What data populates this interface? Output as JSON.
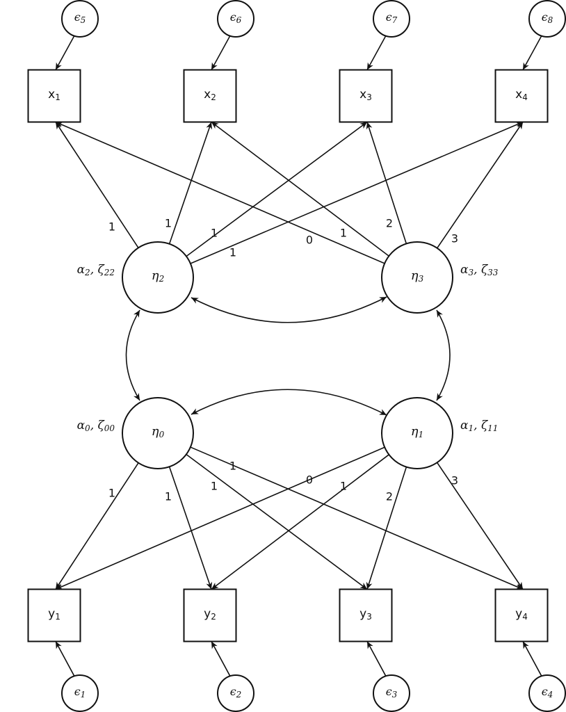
{
  "diagram": {
    "type": "structural-equation-path-diagram",
    "observed": [
      {
        "id": "x1",
        "base": "x",
        "sub": "1",
        "error": "e5"
      },
      {
        "id": "x2",
        "base": "x",
        "sub": "2",
        "error": "e6"
      },
      {
        "id": "x3",
        "base": "x",
        "sub": "3",
        "error": "e7"
      },
      {
        "id": "x4",
        "base": "x",
        "sub": "4",
        "error": "e8"
      },
      {
        "id": "y1",
        "base": "y",
        "sub": "1",
        "error": "e1"
      },
      {
        "id": "y2",
        "base": "y",
        "sub": "2",
        "error": "e2"
      },
      {
        "id": "y3",
        "base": "y",
        "sub": "3",
        "error": "e3"
      },
      {
        "id": "y4",
        "base": "y",
        "sub": "4",
        "error": "e4"
      }
    ],
    "errors": [
      {
        "id": "e1",
        "base": "ϵ",
        "sub": "1"
      },
      {
        "id": "e2",
        "base": "ϵ",
        "sub": "2"
      },
      {
        "id": "e3",
        "base": "ϵ",
        "sub": "3"
      },
      {
        "id": "e4",
        "base": "ϵ",
        "sub": "4"
      },
      {
        "id": "e5",
        "base": "ϵ",
        "sub": "5"
      },
      {
        "id": "e6",
        "base": "ϵ",
        "sub": "6"
      },
      {
        "id": "e7",
        "base": "ϵ",
        "sub": "7"
      },
      {
        "id": "e8",
        "base": "ϵ",
        "sub": "8"
      }
    ],
    "latent": [
      {
        "id": "eta0",
        "base": "η",
        "sub": "0",
        "params": {
          "a": "α",
          "a_sub": "0",
          "sep": ", ",
          "z": "ζ",
          "z_sub": "00"
        }
      },
      {
        "id": "eta1",
        "base": "η",
        "sub": "1",
        "params": {
          "a": "α",
          "a_sub": "1",
          "sep": ", ",
          "z": "ζ",
          "z_sub": "11"
        }
      },
      {
        "id": "eta2",
        "base": "η",
        "sub": "2",
        "params": {
          "a": "α",
          "a_sub": "2",
          "sep": ", ",
          "z": "ζ",
          "z_sub": "22"
        }
      },
      {
        "id": "eta3",
        "base": "η",
        "sub": "3",
        "params": {
          "a": "α",
          "a_sub": "3",
          "sep": ", ",
          "z": "ζ",
          "z_sub": "33"
        }
      }
    ],
    "loadings": [
      {
        "from": "eta2",
        "to": "x1",
        "label": "1"
      },
      {
        "from": "eta2",
        "to": "x2",
        "label": "1"
      },
      {
        "from": "eta2",
        "to": "x3",
        "label": "1"
      },
      {
        "from": "eta2",
        "to": "x4",
        "label": "1"
      },
      {
        "from": "eta3",
        "to": "x1",
        "label": "0"
      },
      {
        "from": "eta3",
        "to": "x2",
        "label": "1"
      },
      {
        "from": "eta3",
        "to": "x3",
        "label": "2"
      },
      {
        "from": "eta3",
        "to": "x4",
        "label": "3"
      },
      {
        "from": "eta0",
        "to": "y1",
        "label": "1"
      },
      {
        "from": "eta0",
        "to": "y2",
        "label": "1"
      },
      {
        "from": "eta0",
        "to": "y3",
        "label": "1"
      },
      {
        "from": "eta0",
        "to": "y4",
        "label": "1"
      },
      {
        "from": "eta1",
        "to": "y1",
        "label": "0"
      },
      {
        "from": "eta1",
        "to": "y2",
        "label": "1"
      },
      {
        "from": "eta1",
        "to": "y3",
        "label": "2"
      },
      {
        "from": "eta1",
        "to": "y4",
        "label": "3"
      }
    ],
    "covariances": [
      {
        "a": "eta2",
        "b": "eta3"
      },
      {
        "a": "eta0",
        "b": "eta1"
      },
      {
        "a": "eta2",
        "b": "eta0"
      },
      {
        "a": "eta3",
        "b": "eta1"
      }
    ]
  }
}
